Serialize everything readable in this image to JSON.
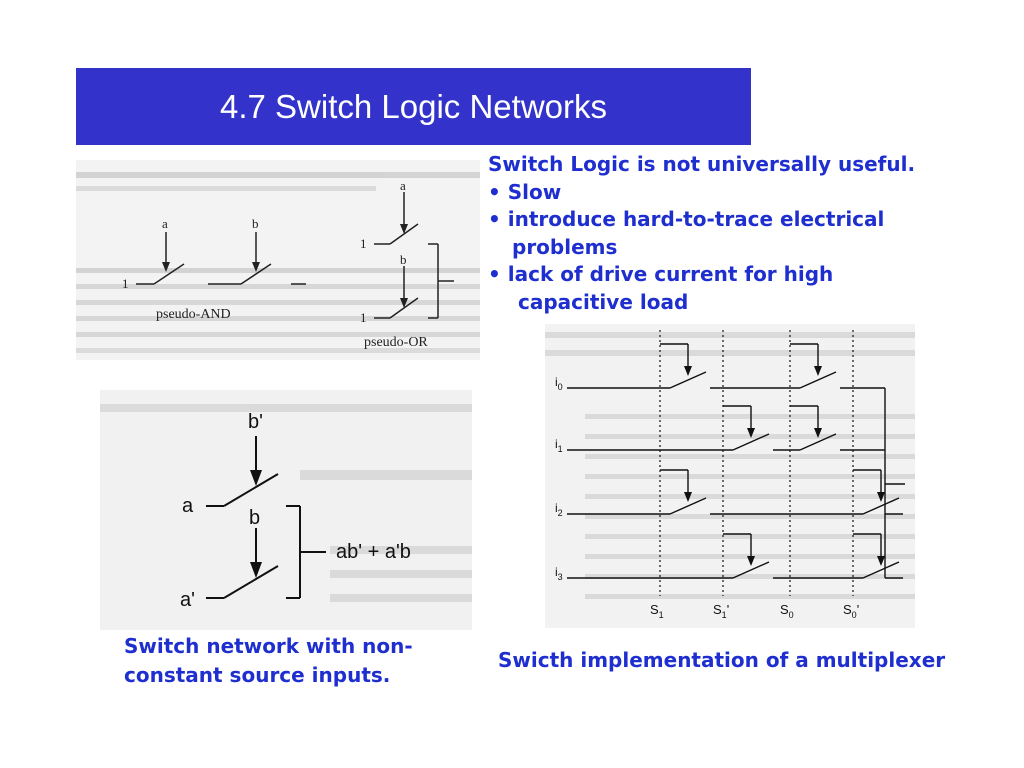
{
  "slide": {
    "title": "4.7 Switch Logic Networks",
    "bullets": {
      "intro": "Switch Logic is not universally useful.",
      "item1": "• Slow",
      "item2_line1": "• introduce hard-to-trace electrical",
      "item2_line2": "problems",
      "item3_line1": "• lack of drive current for high",
      "item3_line2": "capacitive load"
    },
    "caption_left": {
      "line1": "Switch network with non-",
      "line2": "constant source inputs."
    },
    "caption_right": "Swicth implementation of a multiplexer",
    "accent_color": "#3333cc",
    "text_color": "#1f2fcf"
  },
  "fig_and_or": {
    "and_input_a": "a",
    "and_input_b": "b",
    "and_source": "1",
    "and_label": "pseudo-AND",
    "or_input_a": "a",
    "or_input_b": "b",
    "or_source_top": "1",
    "or_source_bottom": "1",
    "or_label": "pseudo-OR"
  },
  "fig_nonconst": {
    "control_top": "b'",
    "source_top": "a",
    "control_bottom": "b",
    "source_bottom": "a'",
    "output": "ab' + a'b"
  },
  "fig_mux": {
    "inputs": [
      "i0",
      "i1",
      "i2",
      "i3"
    ],
    "input_base": "i",
    "input_subs": [
      "0",
      "1",
      "2",
      "3"
    ],
    "select_labels": [
      {
        "base": "S",
        "sub": "1",
        "prime": ""
      },
      {
        "base": "S",
        "sub": "1",
        "prime": "'"
      },
      {
        "base": "S",
        "sub": "0",
        "prime": ""
      },
      {
        "base": "S",
        "sub": "0",
        "prime": "'"
      }
    ]
  }
}
